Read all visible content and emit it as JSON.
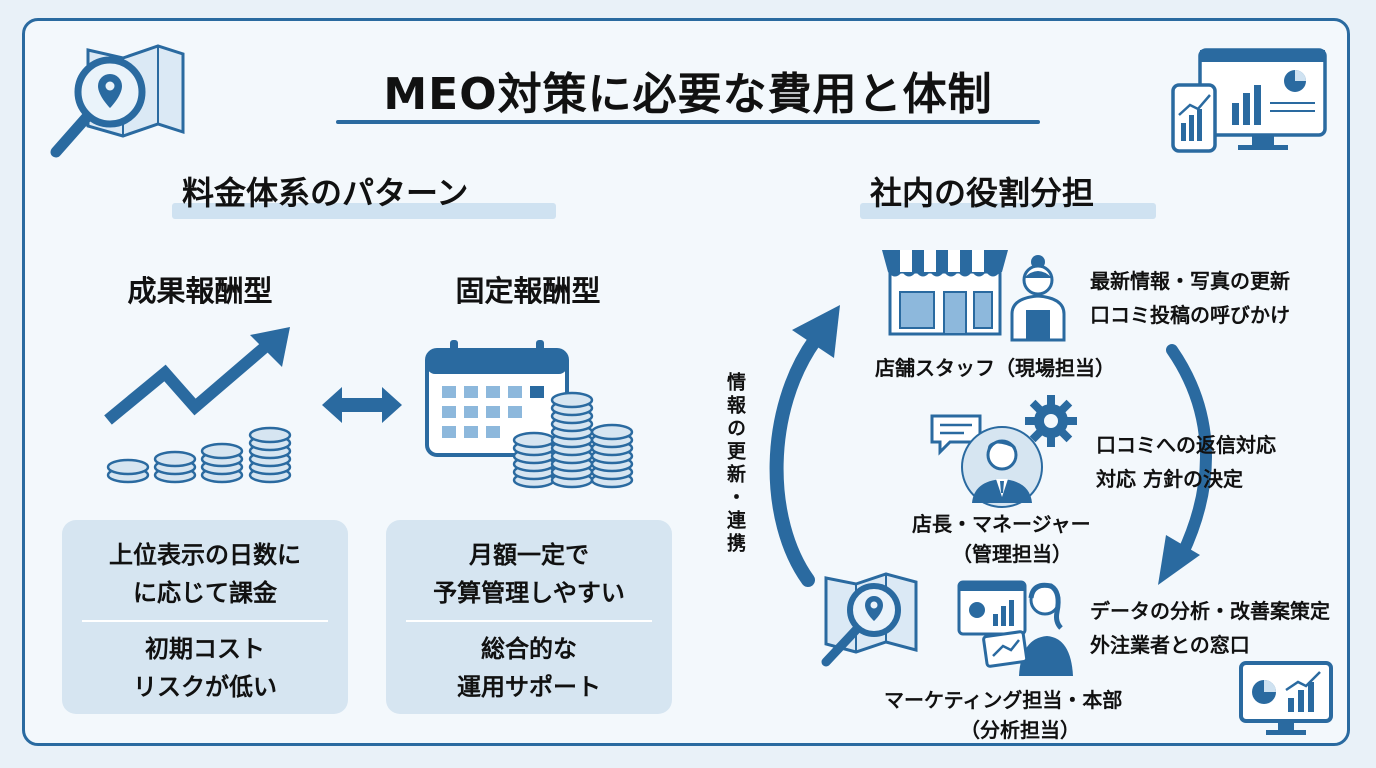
{
  "title": "MEO対策に必要な費用と体制",
  "left_section": {
    "heading": "料金体系のパターン",
    "performance": {
      "label": "成果報酬型",
      "line1": "上位表示の日数に",
      "line2": "に応じて課金",
      "line3": "初期コスト",
      "line4": "リスクが低い"
    },
    "fixed": {
      "label": "固定報酬型",
      "line1": "月額一定で",
      "line2": "予算管理しやすい",
      "line3": "総合的な",
      "line4": "運用サポート"
    }
  },
  "right_section": {
    "heading": "社内の役割分担",
    "store_staff": {
      "label": "店舗スタッフ（現場担当）",
      "desc1": "最新情報・写真の更新",
      "desc2": "口コミ投稿の呼びかけ"
    },
    "manager": {
      "label1": "店長・マネージャー",
      "label2": "（管理担当）",
      "desc1": "口コミへの返信対応",
      "desc2": "対応 方針の決定"
    },
    "marketing": {
      "label1": "マーケティング担当・本部",
      "label2": "（分析担当）",
      "desc1": "データの分析・改善案策定",
      "desc2": "外注業者との窓口"
    },
    "cycle_label": "情報の更新・連携"
  },
  "colors": {
    "primary": "#2a6aa0",
    "light": "#cfe2f1",
    "box": "#d6e5f1"
  },
  "icons": [
    "map-search-icon",
    "dashboard-devices-icon",
    "growth-arrow-coins-icon",
    "exchange-arrow-icon",
    "calendar-coins-icon",
    "storefront-icon",
    "staff-woman-icon",
    "manager-icon",
    "speech-bubble-icon",
    "gear-icon",
    "marketer-icon",
    "monitor-chart-icon"
  ]
}
